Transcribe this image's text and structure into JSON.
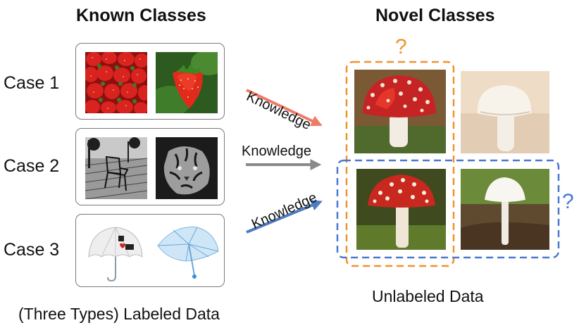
{
  "titles": {
    "known": "Known Classes",
    "novel": "Novel Classes"
  },
  "cases": [
    {
      "label": "Case 1",
      "images": [
        "strawberries-icon",
        "strawberry-icon"
      ]
    },
    {
      "label": "Case 2",
      "images": [
        "chair-icon",
        "tiger-icon"
      ]
    },
    {
      "label": "Case 3",
      "images": [
        "umbrella-icon",
        "umbrella-icon"
      ]
    }
  ],
  "arrows": [
    {
      "label": "Knowledge",
      "color": "#ef7a68"
    },
    {
      "label": "Knowledge",
      "color": "#8a8a8a"
    },
    {
      "label": "Knowledge",
      "color": "#4f7bc0"
    }
  ],
  "question_marks": {
    "orange": "?",
    "blue": "?"
  },
  "novel_images": [
    "red-spotted-mushroom-icon",
    "white-mushroom-icon",
    "red-spotted-mushroom-icon",
    "white-mushroom-icon"
  ],
  "colors": {
    "orange_group": "#f0932b",
    "blue_group": "#4a78cf"
  },
  "captions": {
    "labeled": "(Three Types) Labeled Data",
    "unlabeled": "Unlabeled Data"
  }
}
